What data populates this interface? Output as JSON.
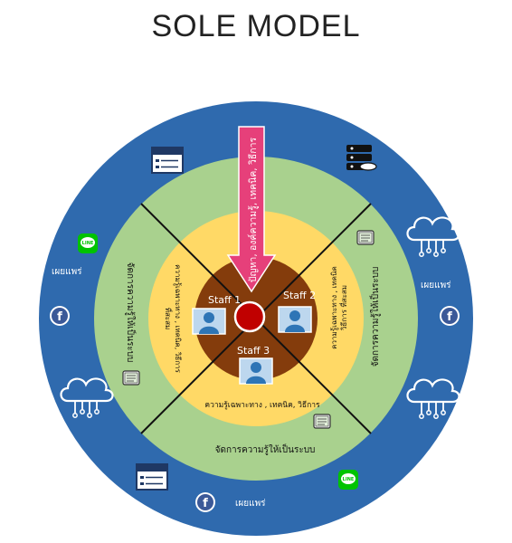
{
  "title": "SOLE MODEL",
  "colors": {
    "outer_ring": "#2f6aae",
    "green_ring": "#a9d18e",
    "yellow_ring": "#ffd966",
    "core": "#843c0c",
    "center_dot": "#c00000",
    "arrow": "#e6407a"
  },
  "arrow_text": "ปัญหา, องค์ความรู้, เทคนิค, วิธีการ",
  "staff": {
    "s1": "Staff 1",
    "s2": "Staff 2",
    "s3": "Staff 3"
  },
  "yellow_texts": {
    "bottom": "ความรู้เฉพาะทาง , เทคนิค, วิธีการ",
    "left_1": "ความรู้เฉพาะทาง , เทคนิค, วิธีการ",
    "left_2": "ที่สะสม",
    "right_1": "ความรู้เฉพาะทาง , เทคนิค",
    "right_2": "วิธีการ ที่สะสม"
  },
  "green_texts": {
    "bottom": "จัดการความรู้ให้เป็นระบบ",
    "left": "จัดการความรู้ให้เป็นระบบ",
    "right": "จัดการความรู้ให้เป็นระบบ"
  },
  "blue_texts": {
    "left": "เผยแพร่",
    "right": "เผยแพร่",
    "bottom": "เผยแพร่"
  },
  "icons": {
    "line": "LINE",
    "facebook": "f",
    "www": "www",
    "book": "คู่มือ"
  }
}
